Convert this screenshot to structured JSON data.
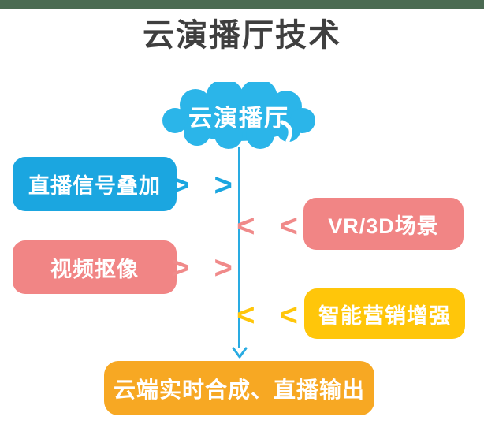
{
  "top_bar": {
    "color": "#4b6b52"
  },
  "title": {
    "text": "云演播厅技术",
    "color": "#3f3f3f"
  },
  "cloud": {
    "label": "云演播厅",
    "color": "#2bb5e9"
  },
  "connector": {
    "color": "#29abe2"
  },
  "rows": [
    {
      "label": "直播信号叠加",
      "side": "left",
      "color": "#1ba6e0",
      "chevrons": "> >",
      "chevron_color": "#1ba6e0",
      "direction": "right"
    },
    {
      "label": "VR/3D场景",
      "side": "right",
      "color": "#f18585",
      "chevrons": "< <",
      "chevron_color": "#f08a8a",
      "direction": "left"
    },
    {
      "label": "视频抠像",
      "side": "left",
      "color": "#f18585",
      "chevrons": "> >",
      "chevron_color": "#f08a8a",
      "direction": "right"
    },
    {
      "label": "智能营销增强",
      "side": "right",
      "color": "#ffc60a",
      "chevrons": "< <",
      "chevron_color": "#ffc60a",
      "direction": "left"
    }
  ],
  "output": {
    "label": "云端实时合成、直播输出",
    "color": "#f7a823"
  }
}
